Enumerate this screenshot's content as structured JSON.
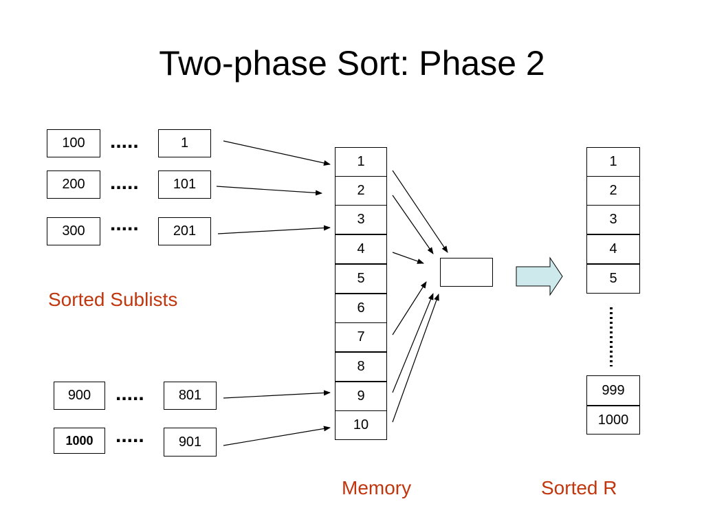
{
  "title": "Two-phase Sort: Phase 2",
  "sublists": [
    {
      "first": "100",
      "dots": ".....",
      "last": "1"
    },
    {
      "first": "200",
      "dots": ".....",
      "last": "101"
    },
    {
      "first": "300",
      "dots": ".....",
      "last": "201"
    },
    {
      "first": "900",
      "dots": ".....",
      "last": "801"
    },
    {
      "first": "1000",
      "dots": ".....",
      "last": "901"
    }
  ],
  "sorted_sublists_label": "Sorted Sublists",
  "memory": [
    "1",
    "2",
    "3",
    "4",
    "5",
    "6",
    "7",
    "8",
    "9",
    "10"
  ],
  "memory_label": "Memory",
  "sorted_r": [
    "1",
    "2",
    "3",
    "4",
    "5",
    "999",
    "1000"
  ],
  "sorted_r_label": "Sorted R",
  "colors": {
    "accent_text": "#c0370f",
    "arrow_fill": "#cde9ec"
  }
}
